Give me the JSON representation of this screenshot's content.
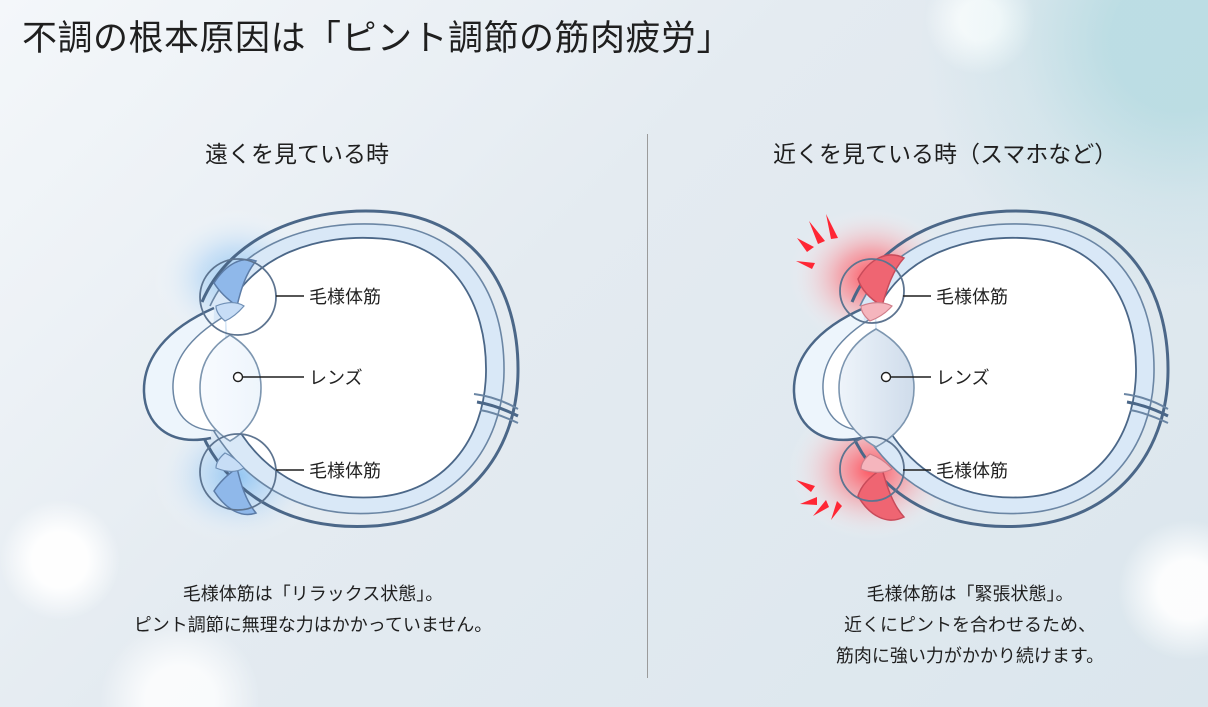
{
  "title": "不調の根本原因は「ピント調節の筋肉疲労」",
  "left_panel": {
    "title": "遠くを見ている時",
    "labels": {
      "top": "毛様体筋",
      "center": "レンズ",
      "bottom": "毛様体筋"
    },
    "caption": [
      "毛様体筋は「リラックス状態」。",
      "ピント調節に無理な力はかかっていません。"
    ]
  },
  "right_panel": {
    "title": "近くを見ている時（スマホなど）",
    "labels": {
      "top": "毛様体筋",
      "center": "レンズ",
      "bottom": "毛様体筋"
    },
    "caption": [
      "毛様体筋は「緊張状態」。",
      "近くにピントを合わせるため、",
      "筋肉に強い力がかかり続けます。"
    ]
  },
  "colors": {
    "relaxed_glow": "#7dbaf4",
    "tension_glow": "#ff4d57",
    "eye_outline": "#4b6788",
    "eye_fill": "#d9e8f7"
  }
}
